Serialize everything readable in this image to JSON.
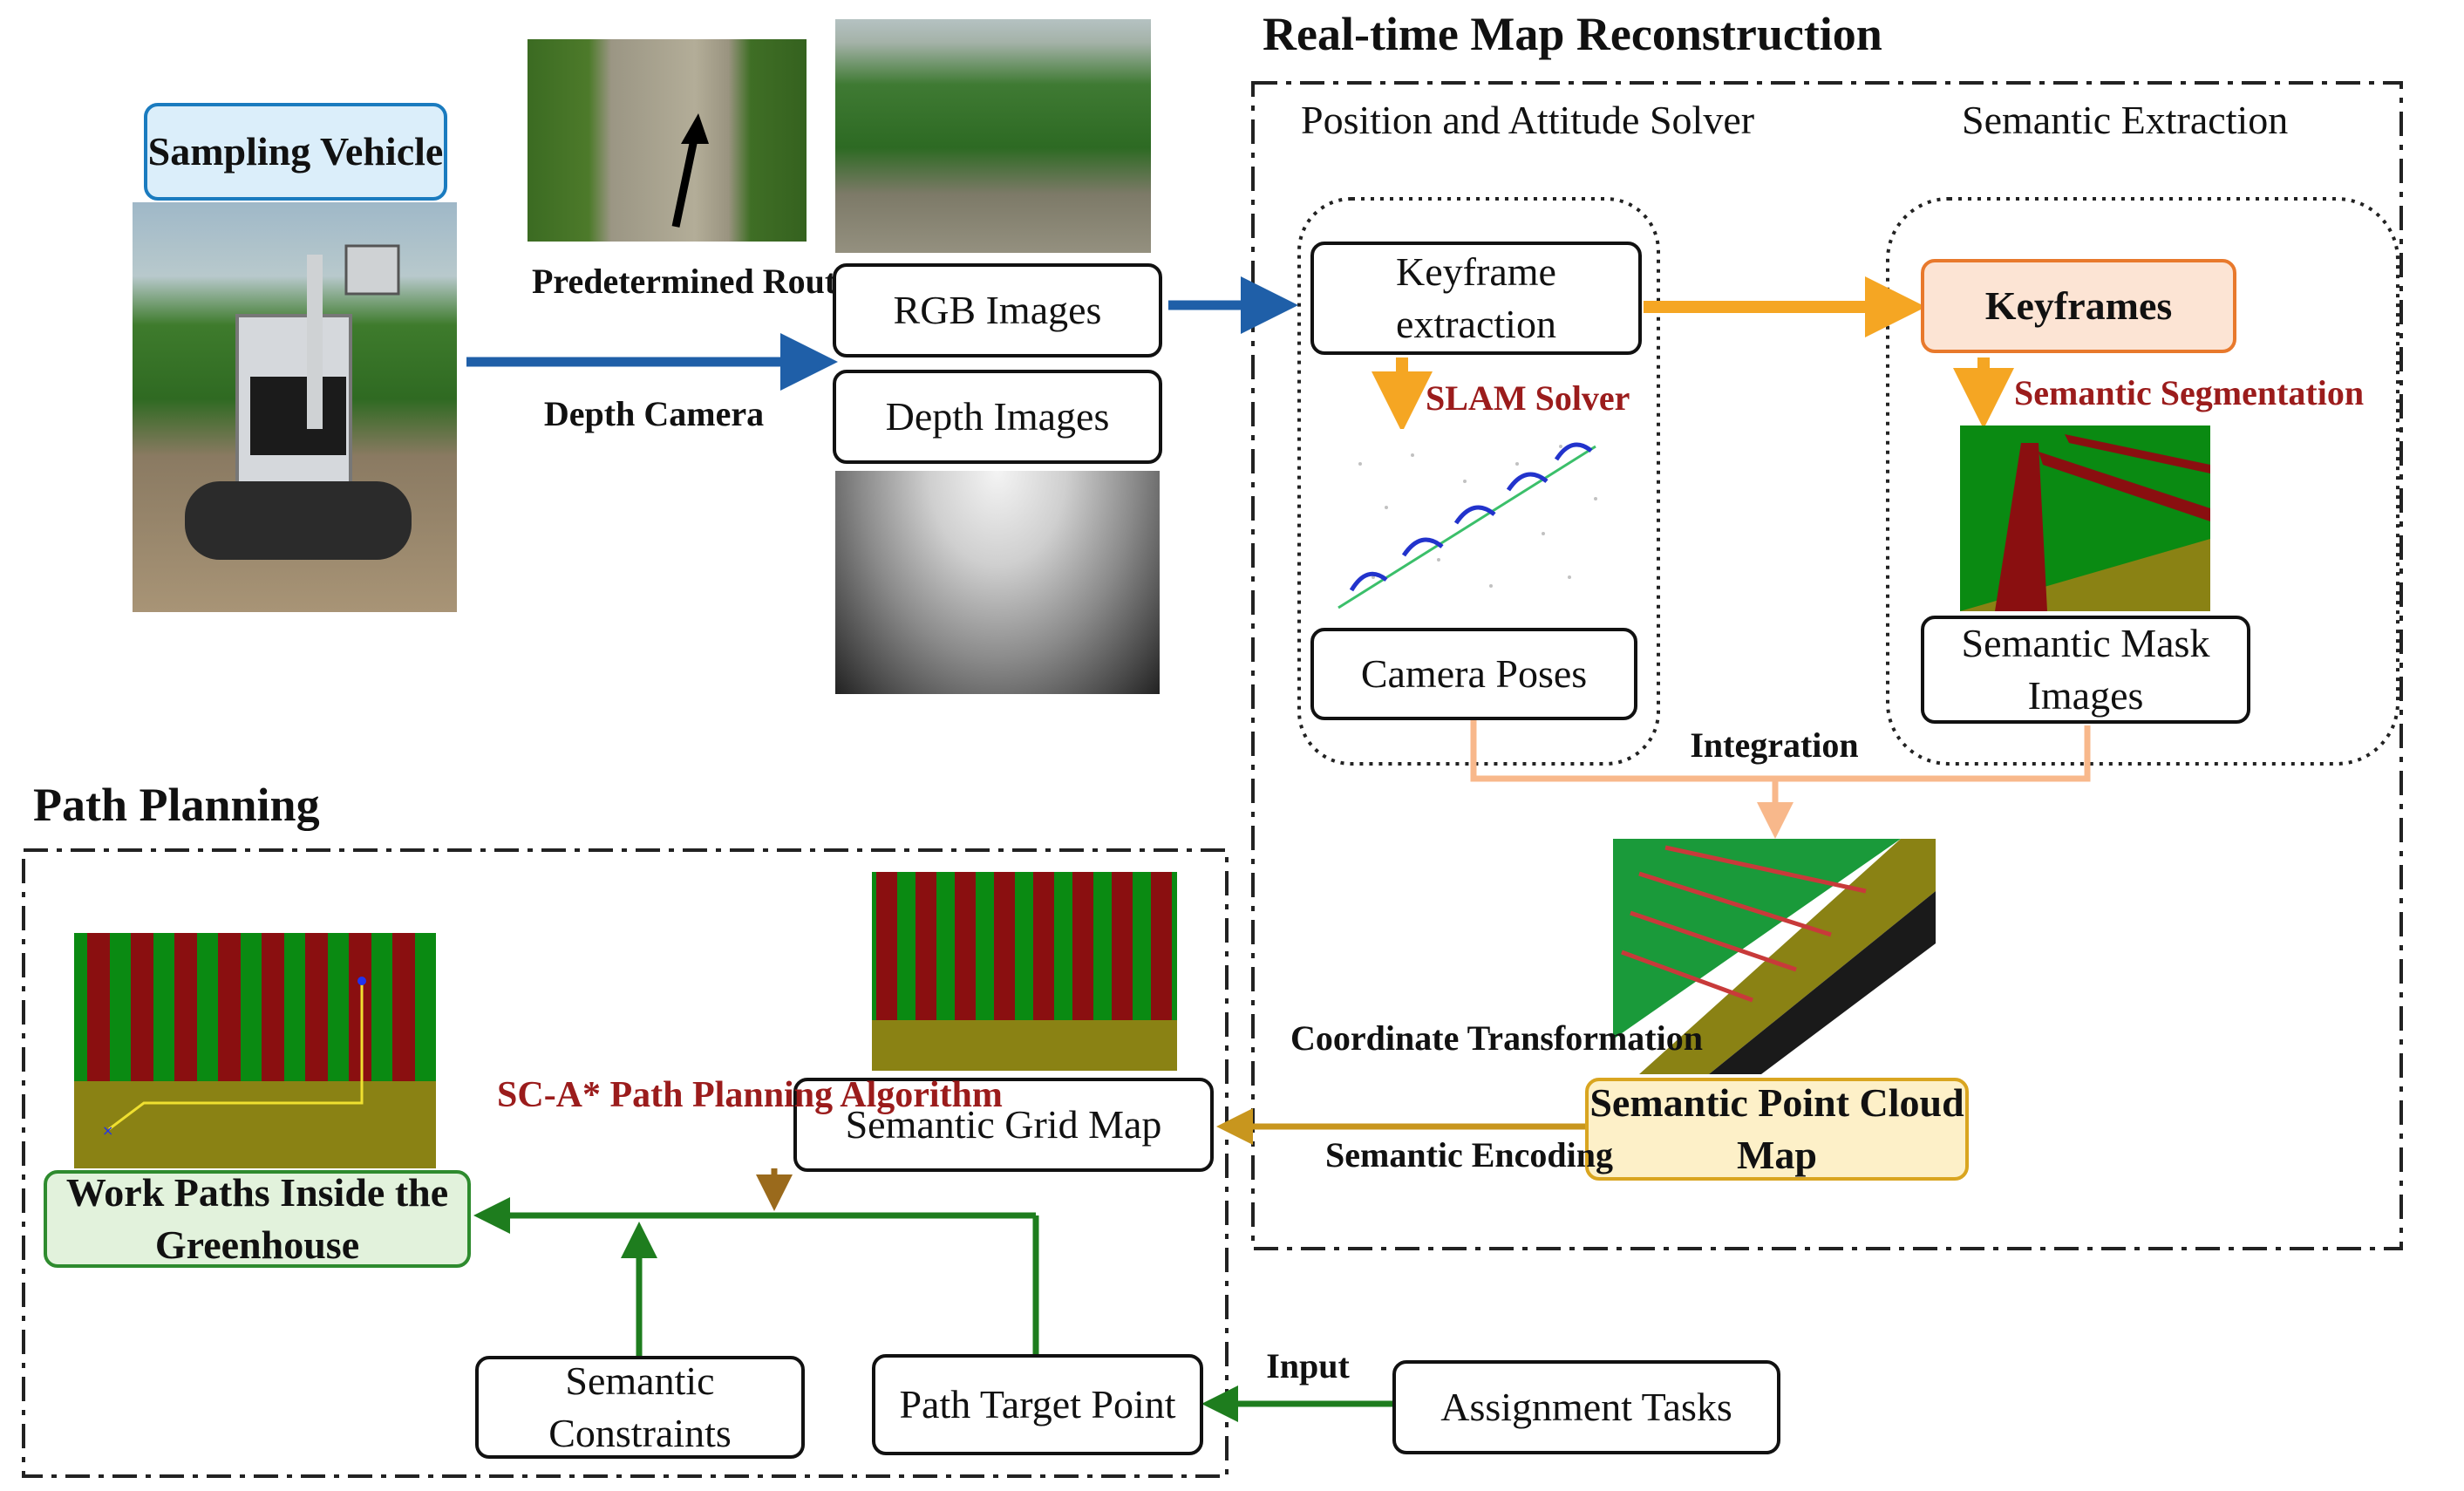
{
  "sections": {
    "realtime": "Real-time Map Reconstruction",
    "path_planning": "Path Planning"
  },
  "vehicle": {
    "title": "Sampling Vehicle"
  },
  "camera": {
    "route_label": "Predetermined Route",
    "depth_label": "Depth Camera",
    "rgb": "RGB Images",
    "depth": "Depth Images"
  },
  "pose": {
    "title": "Position and Attitude Solver",
    "keyframe_extraction": "Keyframe extraction",
    "slam": "SLAM Solver",
    "camera_poses": "Camera Poses"
  },
  "semantic": {
    "title": "Semantic Extraction",
    "keyframes": "Keyframes",
    "segmentation": "Semantic Segmentation",
    "masks": "Semantic Mask Images"
  },
  "integration": "Integration",
  "point_cloud": "Semantic Point Cloud Map",
  "transform": {
    "coord": "Coordinate Transformation",
    "encoding": "Semantic Encoding"
  },
  "planning": {
    "grid_map": "Semantic Grid Map",
    "algorithm": "SC-A* Path Planning Algorithm",
    "work_paths": "Work Paths Inside the Greenhouse",
    "constraints": "Semantic Constraints",
    "target": "Path Target Point",
    "input": "Input",
    "tasks": "Assignment Tasks"
  },
  "colors": {
    "blue_arrow": "#1f5fa8",
    "orange_arrow": "#f5a623",
    "peach_arrow": "#f8b88b",
    "gold_arrow": "#c8961e",
    "brown_arrow": "#9a6a1c",
    "green_arrow": "#1e7d1e",
    "label_red": "#9b1c1c",
    "crop_green": "#0a8a12",
    "crop_red": "#8a0f10",
    "ground_olive": "#8a8214"
  }
}
